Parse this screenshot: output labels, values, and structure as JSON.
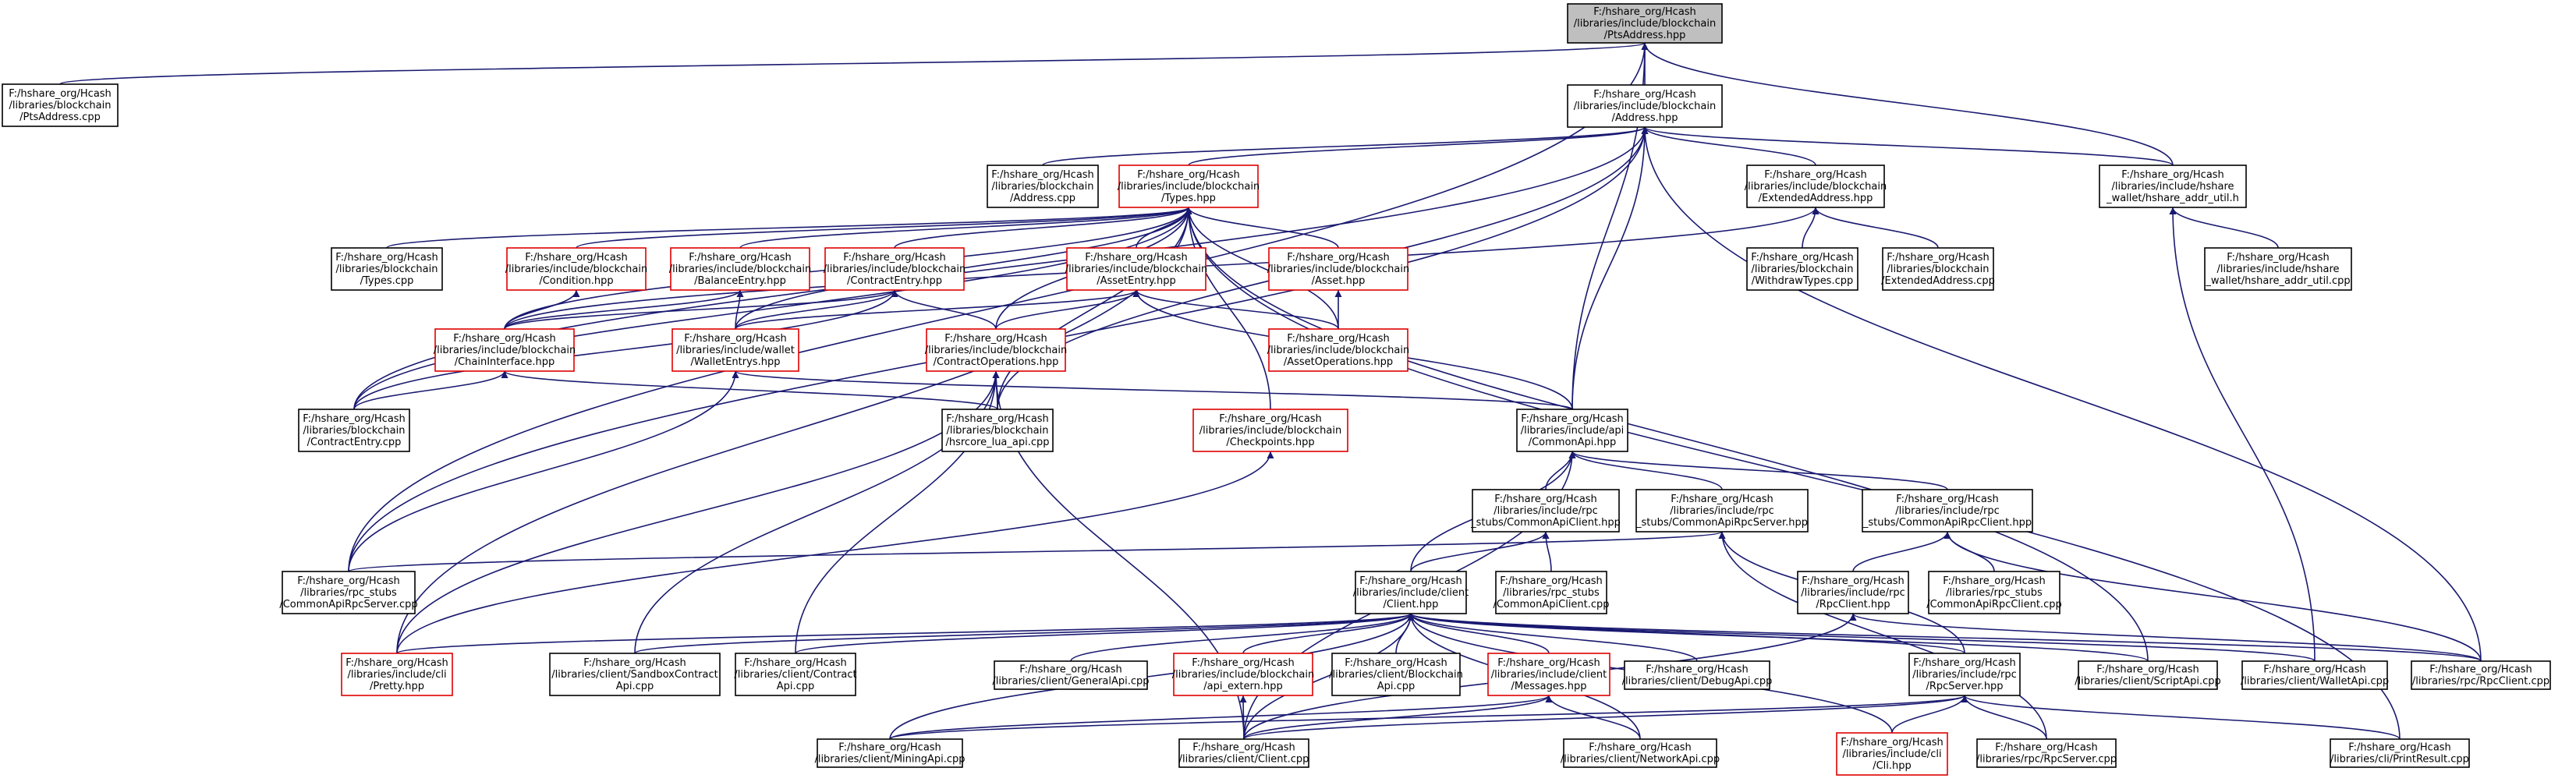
{
  "diagram": {
    "type": "include-dependency-graph",
    "colors": {
      "edge": "#191970",
      "node_border": "#000000",
      "truncated_border": "#e00000",
      "focus_fill": "#bfbfbf",
      "background": "#ffffff"
    },
    "nodes": [
      {
        "id": "pts_hpp",
        "lines": [
          "F:/hshare_org/Hcash",
          "/libraries/include/blockchain",
          "/PtsAddress.hpp"
        ],
        "style": "focus"
      },
      {
        "id": "pts_cpp",
        "lines": [
          "F:/hshare_org/Hcash",
          "/libraries/blockchain",
          "/PtsAddress.cpp"
        ],
        "style": "normal"
      },
      {
        "id": "address_hpp",
        "lines": [
          "F:/hshare_org/Hcash",
          "/libraries/include/blockchain",
          "/Address.hpp"
        ],
        "style": "normal"
      },
      {
        "id": "address_cpp",
        "lines": [
          "F:/hshare_org/Hcash",
          "/libraries/blockchain",
          "/Address.cpp"
        ],
        "style": "normal"
      },
      {
        "id": "types_hpp",
        "lines": [
          "F:/hshare_org/Hcash",
          "/libraries/include/blockchain",
          "/Types.hpp"
        ],
        "style": "trunc"
      },
      {
        "id": "extaddr_hpp",
        "lines": [
          "F:/hshare_org/Hcash",
          "/libraries/include/blockchain",
          "/ExtendedAddress.hpp"
        ],
        "style": "normal"
      },
      {
        "id": "hshare_addr_util_h",
        "lines": [
          "F:/hshare_org/Hcash",
          "/libraries/include/hshare",
          "_wallet/hshare_addr_util.h"
        ],
        "style": "normal"
      },
      {
        "id": "types_cpp",
        "lines": [
          "F:/hshare_org/Hcash",
          "/libraries/blockchain",
          "/Types.cpp"
        ],
        "style": "normal"
      },
      {
        "id": "condition_hpp",
        "lines": [
          "F:/hshare_org/Hcash",
          "/libraries/include/blockchain",
          "/Condition.hpp"
        ],
        "style": "trunc"
      },
      {
        "id": "balance_hpp",
        "lines": [
          "F:/hshare_org/Hcash",
          "/libraries/include/blockchain",
          "/BalanceEntry.hpp"
        ],
        "style": "trunc"
      },
      {
        "id": "contractentry_hpp",
        "lines": [
          "F:/hshare_org/Hcash",
          "/libraries/include/blockchain",
          "/ContractEntry.hpp"
        ],
        "style": "trunc"
      },
      {
        "id": "assetentry_hpp",
        "lines": [
          "F:/hshare_org/Hcash",
          "/libraries/include/blockchain",
          "/AssetEntry.hpp"
        ],
        "style": "trunc"
      },
      {
        "id": "asset_hpp",
        "lines": [
          "F:/hshare_org/Hcash",
          "/libraries/include/blockchain",
          "/Asset.hpp"
        ],
        "style": "trunc"
      },
      {
        "id": "withdraw_cpp",
        "lines": [
          "F:/hshare_org/Hcash",
          "/libraries/blockchain",
          "/WithdrawTypes.cpp"
        ],
        "style": "normal"
      },
      {
        "id": "extaddr_cpp",
        "lines": [
          "F:/hshare_org/Hcash",
          "/libraries/blockchain",
          "/ExtendedAddress.cpp"
        ],
        "style": "normal"
      },
      {
        "id": "hshare_addr_util_cpp",
        "lines": [
          "F:/hshare_org/Hcash",
          "/libraries/include/hshare",
          "_wallet/hshare_addr_util.cpp"
        ],
        "style": "normal"
      },
      {
        "id": "chaininterface_hpp",
        "lines": [
          "F:/hshare_org/Hcash",
          "/libraries/include/blockchain",
          "/ChainInterface.hpp"
        ],
        "style": "trunc"
      },
      {
        "id": "walletentrys_hpp",
        "lines": [
          "F:/hshare_org/Hcash",
          "/libraries/include/wallet",
          "/WalletEntrys.hpp"
        ],
        "style": "trunc"
      },
      {
        "id": "contractops_hpp",
        "lines": [
          "F:/hshare_org/Hcash",
          "/libraries/include/blockchain",
          "/ContractOperations.hpp"
        ],
        "style": "trunc"
      },
      {
        "id": "assetops_hpp",
        "lines": [
          "F:/hshare_org/Hcash",
          "/libraries/include/blockchain",
          "/AssetOperations.hpp"
        ],
        "style": "trunc"
      },
      {
        "id": "contractentry_cpp",
        "lines": [
          "F:/hshare_org/Hcash",
          "/libraries/blockchain",
          "/ContractEntry.cpp"
        ],
        "style": "normal"
      },
      {
        "id": "hsrcore_lua_cpp",
        "lines": [
          "F:/hshare_org/Hcash",
          "/libraries/blockchain",
          "/hsrcore_lua_api.cpp"
        ],
        "style": "normal"
      },
      {
        "id": "checkpoints_hpp",
        "lines": [
          "F:/hshare_org/Hcash",
          "/libraries/include/blockchain",
          "/Checkpoints.hpp"
        ],
        "style": "trunc"
      },
      {
        "id": "commonapi_hpp",
        "lines": [
          "F:/hshare_org/Hcash",
          "/libraries/include/api",
          "/CommonApi.hpp"
        ],
        "style": "normal"
      },
      {
        "id": "commonapiclient_hpp",
        "lines": [
          "F:/hshare_org/Hcash",
          "/libraries/include/rpc",
          "_stubs/CommonApiClient.hpp"
        ],
        "style": "normal"
      },
      {
        "id": "commonapirpcserver_hpp",
        "lines": [
          "F:/hshare_org/Hcash",
          "/libraries/include/rpc",
          "_stubs/CommonApiRpcServer.hpp"
        ],
        "style": "normal"
      },
      {
        "id": "commonapirpcclient_hpp",
        "lines": [
          "F:/hshare_org/Hcash",
          "/libraries/include/rpc",
          "_stubs/CommonApiRpcClient.hpp"
        ],
        "style": "normal"
      },
      {
        "id": "commonapirpcserver_cpp",
        "lines": [
          "F:/hshare_org/Hcash",
          "/libraries/rpc_stubs",
          "/CommonApiRpcServer.cpp"
        ],
        "style": "normal"
      },
      {
        "id": "client_hpp",
        "lines": [
          "F:/hshare_org/Hcash",
          "/libraries/include/client",
          "/Client.hpp"
        ],
        "style": "normal"
      },
      {
        "id": "commonapiclient_cpp",
        "lines": [
          "F:/hshare_org/Hcash",
          "/libraries/rpc_stubs",
          "/CommonApiClient.cpp"
        ],
        "style": "normal"
      },
      {
        "id": "rpcclient_hpp",
        "lines": [
          "F:/hshare_org/Hcash",
          "/libraries/include/rpc",
          "/RpcClient.hpp"
        ],
        "style": "normal"
      },
      {
        "id": "commonapirpcclient_cpp",
        "lines": [
          "F:/hshare_org/Hcash",
          "/libraries/rpc_stubs",
          "/CommonApiRpcClient.cpp"
        ],
        "style": "normal"
      },
      {
        "id": "pretty_hpp",
        "lines": [
          "F:/hshare_org/Hcash",
          "/libraries/include/cli",
          "/Pretty.hpp"
        ],
        "style": "trunc"
      },
      {
        "id": "sandbox_cpp",
        "lines": [
          "F:/hshare_org/Hcash",
          "/libraries/client/SandboxContract",
          "Api.cpp"
        ],
        "style": "normal"
      },
      {
        "id": "contractapi_cpp",
        "lines": [
          "F:/hshare_org/Hcash",
          "/libraries/client/Contract",
          "Api.cpp"
        ],
        "style": "normal"
      },
      {
        "id": "generalapi_cpp",
        "lines": [
          "F:/hshare_org/Hcash",
          "/libraries/client/GeneralApi.cpp"
        ],
        "style": "normal"
      },
      {
        "id": "api_extern_hpp",
        "lines": [
          "F:/hshare_org/Hcash",
          "/libraries/include/blockchain",
          "/api_extern.hpp"
        ],
        "style": "trunc"
      },
      {
        "id": "blockchainapi_cpp",
        "lines": [
          "F:/hshare_org/Hcash",
          "/libraries/client/Blockchain",
          "Api.cpp"
        ],
        "style": "normal"
      },
      {
        "id": "messages_hpp",
        "lines": [
          "F:/hshare_org/Hcash",
          "/libraries/include/client",
          "/Messages.hpp"
        ],
        "style": "trunc"
      },
      {
        "id": "debugapi_cpp",
        "lines": [
          "F:/hshare_org/Hcash",
          "/libraries/client/DebugApi.cpp"
        ],
        "style": "normal"
      },
      {
        "id": "rpcserver_hpp",
        "lines": [
          "F:/hshare_org/Hcash",
          "/libraries/include/rpc",
          "/RpcServer.hpp"
        ],
        "style": "normal"
      },
      {
        "id": "scriptapi_cpp",
        "lines": [
          "F:/hshare_org/Hcash",
          "/libraries/client/ScriptApi.cpp"
        ],
        "style": "normal"
      },
      {
        "id": "walletapi_cpp",
        "lines": [
          "F:/hshare_org/Hcash",
          "/libraries/client/WalletApi.cpp"
        ],
        "style": "normal"
      },
      {
        "id": "rpcclient_cpp",
        "lines": [
          "F:/hshare_org/Hcash",
          "/libraries/rpc/RpcClient.cpp"
        ],
        "style": "normal"
      },
      {
        "id": "miningapi_cpp",
        "lines": [
          "F:/hshare_org/Hcash",
          "/libraries/client/MiningApi.cpp"
        ],
        "style": "normal"
      },
      {
        "id": "client_cpp",
        "lines": [
          "F:/hshare_org/Hcash",
          "/libraries/client/Client.cpp"
        ],
        "style": "normal"
      },
      {
        "id": "networkapi_cpp",
        "lines": [
          "F:/hshare_org/Hcash",
          "/libraries/client/NetworkApi.cpp"
        ],
        "style": "normal"
      },
      {
        "id": "cli_hpp",
        "lines": [
          "F:/hshare_org/Hcash",
          "/libraries/include/cli",
          "/Cli.hpp"
        ],
        "style": "trunc"
      },
      {
        "id": "rpcserver_cpp",
        "lines": [
          "F:/hshare_org/Hcash",
          "/libraries/rpc/RpcServer.cpp"
        ],
        "style": "normal"
      },
      {
        "id": "printresult_cpp",
        "lines": [
          "F:/hshare_org/Hcash",
          "/libraries/cli/PrintResult.cpp"
        ],
        "style": "normal"
      }
    ],
    "edges": [
      [
        "pts_cpp",
        "pts_hpp"
      ],
      [
        "address_hpp",
        "pts_hpp"
      ],
      [
        "hshare_addr_util_h",
        "pts_hpp"
      ],
      [
        "commonapi_hpp",
        "pts_hpp"
      ],
      [
        "commonapirpcserver_cpp",
        "pts_hpp"
      ],
      [
        "address_cpp",
        "address_hpp"
      ],
      [
        "types_hpp",
        "address_hpp"
      ],
      [
        "extaddr_hpp",
        "address_hpp"
      ],
      [
        "hshare_addr_util_h",
        "address_hpp"
      ],
      [
        "commonapi_hpp",
        "address_hpp"
      ],
      [
        "hsrcore_lua_cpp",
        "address_hpp"
      ],
      [
        "contractentry_cpp",
        "address_hpp"
      ],
      [
        "rpcclient_cpp",
        "address_hpp"
      ],
      [
        "commonapirpcserver_cpp",
        "address_hpp"
      ],
      [
        "types_cpp",
        "types_hpp"
      ],
      [
        "condition_hpp",
        "types_hpp"
      ],
      [
        "balance_hpp",
        "types_hpp"
      ],
      [
        "contractentry_hpp",
        "types_hpp"
      ],
      [
        "assetentry_hpp",
        "types_hpp"
      ],
      [
        "asset_hpp",
        "types_hpp"
      ],
      [
        "assetops_hpp",
        "types_hpp"
      ],
      [
        "chaininterface_hpp",
        "types_hpp"
      ],
      [
        "walletentrys_hpp",
        "types_hpp"
      ],
      [
        "contractops_hpp",
        "types_hpp"
      ],
      [
        "checkpoints_hpp",
        "types_hpp"
      ],
      [
        "contractentry_cpp",
        "types_hpp"
      ],
      [
        "hsrcore_lua_cpp",
        "types_hpp"
      ],
      [
        "pretty_hpp",
        "types_hpp"
      ],
      [
        "scriptapi_cpp",
        "types_hpp"
      ],
      [
        "printresult_cpp",
        "types_hpp"
      ],
      [
        "withdraw_cpp",
        "extaddr_hpp"
      ],
      [
        "extaddr_cpp",
        "extaddr_hpp"
      ],
      [
        "chaininterface_hpp",
        "extaddr_hpp"
      ],
      [
        "hshare_addr_util_cpp",
        "hshare_addr_util_h"
      ],
      [
        "walletapi_cpp",
        "hshare_addr_util_h"
      ],
      [
        "chaininterface_hpp",
        "condition_hpp"
      ],
      [
        "chaininterface_hpp",
        "balance_hpp"
      ],
      [
        "walletentrys_hpp",
        "balance_hpp"
      ],
      [
        "chaininterface_hpp",
        "contractentry_hpp"
      ],
      [
        "contractentry_cpp",
        "contractentry_hpp"
      ],
      [
        "contractops_hpp",
        "contractentry_hpp"
      ],
      [
        "walletentrys_hpp",
        "contractentry_hpp"
      ],
      [
        "contractops_hpp",
        "assetentry_hpp"
      ],
      [
        "assetops_hpp",
        "assetentry_hpp"
      ],
      [
        "walletentrys_hpp",
        "assetentry_hpp"
      ],
      [
        "commonapi_hpp",
        "assetentry_hpp"
      ],
      [
        "assetops_hpp",
        "asset_hpp"
      ],
      [
        "contractentry_cpp",
        "chaininterface_hpp"
      ],
      [
        "hsrcore_lua_cpp",
        "chaininterface_hpp"
      ],
      [
        "commonapi_hpp",
        "walletentrys_hpp"
      ],
      [
        "commonapirpcserver_cpp",
        "walletentrys_hpp"
      ],
      [
        "hsrcore_lua_cpp",
        "contractops_hpp"
      ],
      [
        "pretty_hpp",
        "contractops_hpp"
      ],
      [
        "sandbox_cpp",
        "contractops_hpp"
      ],
      [
        "contractapi_cpp",
        "contractops_hpp"
      ],
      [
        "client_cpp",
        "contractops_hpp"
      ],
      [
        "pretty_hpp",
        "checkpoints_hpp"
      ],
      [
        "commonapiclient_hpp",
        "commonapi_hpp"
      ],
      [
        "commonapirpcserver_hpp",
        "commonapi_hpp"
      ],
      [
        "commonapirpcclient_hpp",
        "commonapi_hpp"
      ],
      [
        "client_hpp",
        "commonapi_hpp"
      ],
      [
        "client_cpp",
        "commonapi_hpp"
      ],
      [
        "commonapiclient_cpp",
        "commonapiclient_hpp"
      ],
      [
        "client_hpp",
        "commonapiclient_hpp"
      ],
      [
        "commonapirpcserver_cpp",
        "commonapirpcserver_hpp"
      ],
      [
        "rpcserver_hpp",
        "commonapirpcserver_hpp"
      ],
      [
        "rpcserver_cpp",
        "commonapirpcserver_hpp"
      ],
      [
        "rpcclient_hpp",
        "commonapirpcclient_hpp"
      ],
      [
        "commonapirpcclient_cpp",
        "commonapirpcclient_hpp"
      ],
      [
        "rpcclient_cpp",
        "commonapirpcclient_hpp"
      ],
      [
        "pretty_hpp",
        "client_hpp"
      ],
      [
        "sandbox_cpp",
        "client_hpp"
      ],
      [
        "contractapi_cpp",
        "client_hpp"
      ],
      [
        "generalapi_cpp",
        "client_hpp"
      ],
      [
        "api_extern_hpp",
        "client_hpp"
      ],
      [
        "blockchainapi_cpp",
        "client_hpp"
      ],
      [
        "messages_hpp",
        "client_hpp"
      ],
      [
        "debugapi_cpp",
        "client_hpp"
      ],
      [
        "rpcserver_hpp",
        "client_hpp"
      ],
      [
        "scriptapi_cpp",
        "client_hpp"
      ],
      [
        "walletapi_cpp",
        "client_hpp"
      ],
      [
        "rpcclient_cpp",
        "client_hpp"
      ],
      [
        "miningapi_cpp",
        "client_hpp"
      ],
      [
        "client_cpp",
        "client_hpp"
      ],
      [
        "networkapi_cpp",
        "client_hpp"
      ],
      [
        "cli_hpp",
        "client_hpp"
      ],
      [
        "client_cpp",
        "rpcclient_hpp"
      ],
      [
        "rpcclient_cpp",
        "rpcclient_hpp"
      ],
      [
        "client_cpp",
        "api_extern_hpp"
      ],
      [
        "client_cpp",
        "messages_hpp"
      ],
      [
        "networkapi_cpp",
        "messages_hpp"
      ],
      [
        "miningapi_cpp",
        "messages_hpp"
      ],
      [
        "client_cpp",
        "rpcserver_hpp"
      ],
      [
        "cli_hpp",
        "rpcserver_hpp"
      ],
      [
        "rpcserver_cpp",
        "rpcserver_hpp"
      ],
      [
        "printresult_cpp",
        "rpcserver_hpp"
      ],
      [
        "miningapi_cpp",
        "rpcserver_hpp"
      ]
    ]
  }
}
